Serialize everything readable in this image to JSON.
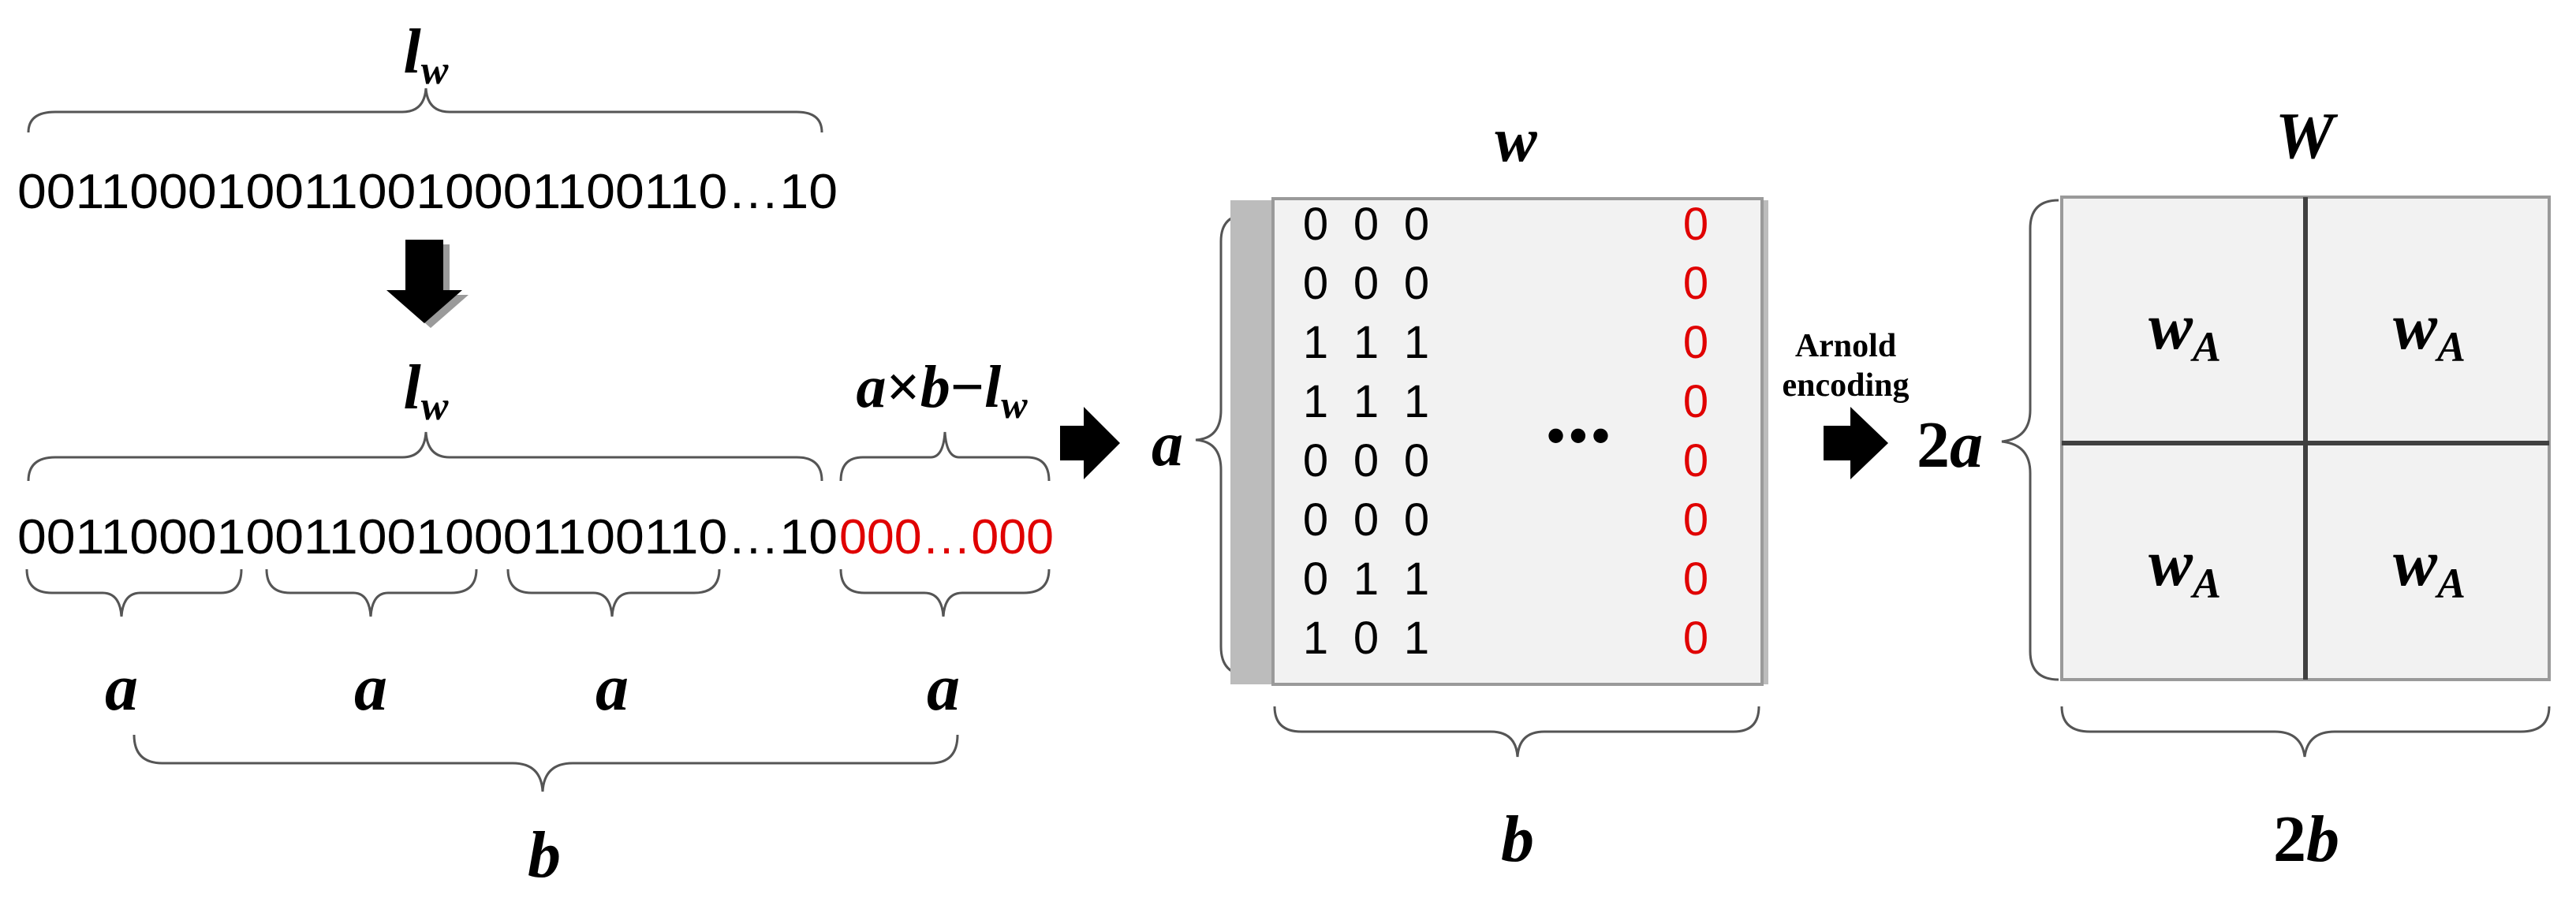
{
  "bitstring_top": {
    "length_label": "l",
    "length_label_sub": "w",
    "bits": "0011000100110010001100110…10"
  },
  "bitstring_bottom": {
    "length_label": "l",
    "length_label_sub": "w",
    "bits": "0011000100110010001100110…10",
    "padding_label_a": "a",
    "padding_label_times": "×",
    "padding_label_b": "b",
    "padding_label_minus": "−",
    "padding_label_l": "l",
    "padding_label_sub": "w",
    "padding_bits": "000…000",
    "segment_labels": [
      "a",
      "a",
      "a",
      "a"
    ],
    "total_label": "b"
  },
  "matrix_w": {
    "title": "w",
    "rows_label": "a",
    "cols_label": "b",
    "columns": [
      [
        "0",
        "0",
        "1",
        "1",
        "0",
        "0",
        "0",
        "1"
      ],
      [
        "0",
        "0",
        "1",
        "1",
        "0",
        "0",
        "1",
        "0"
      ],
      [
        "0",
        "0",
        "1",
        "1",
        "0",
        "0",
        "1",
        "1"
      ]
    ],
    "ellipsis": "•••",
    "padding_column": [
      "0",
      "0",
      "0",
      "0",
      "0",
      "0",
      "0",
      "0"
    ]
  },
  "encoding_step": {
    "line1": "Arnold",
    "line2": "encoding"
  },
  "matrix_W": {
    "title": "W",
    "rows_label": "2a",
    "cols_label": "2b",
    "block_label": "w",
    "block_label_sub": "A"
  },
  "colors": {
    "text": "#000000",
    "padding": "#e00000",
    "matrix_fill": "#f2f2f2",
    "matrix_border": "#9a9a9a",
    "brace": "#555555"
  }
}
